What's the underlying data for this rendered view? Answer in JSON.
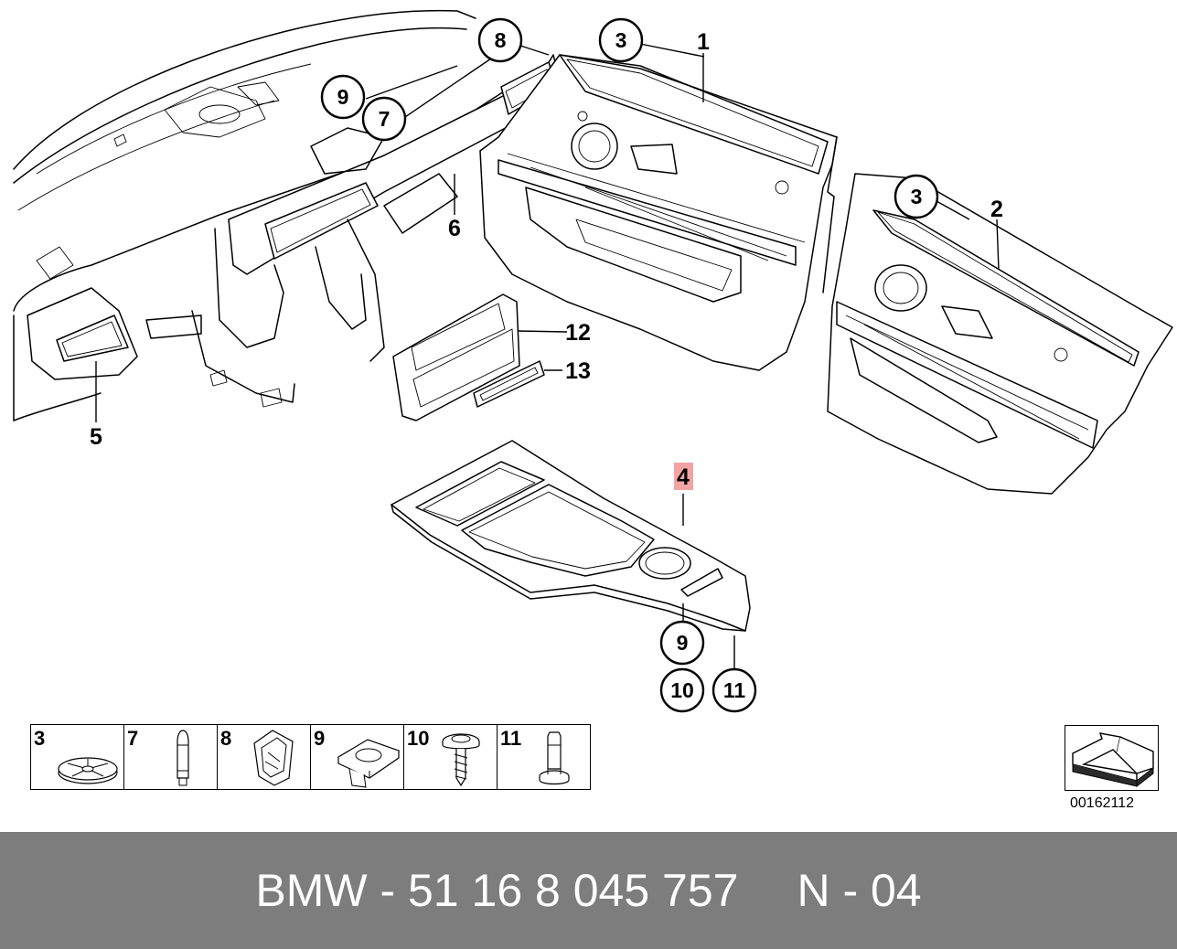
{
  "callouts": {
    "c1": "1",
    "c2": "2",
    "c3a": "3",
    "c3b": "3",
    "c4": "4",
    "c5": "5",
    "c6": "6",
    "c7": "7",
    "c8": "8",
    "c9a": "9",
    "c9b": "9",
    "c10": "10",
    "c11": "11",
    "c12": "12",
    "c13": "13"
  },
  "highlight_color": "#f3a3a3",
  "legend": [
    {
      "num": "3",
      "icon": "clip-round-icon"
    },
    {
      "num": "7",
      "icon": "pin-clip-icon"
    },
    {
      "num": "8",
      "icon": "spring-clip-icon"
    },
    {
      "num": "9",
      "icon": "square-nut-icon"
    },
    {
      "num": "10",
      "icon": "screw-icon"
    },
    {
      "num": "11",
      "icon": "expanding-rivet-icon"
    }
  ],
  "ref_number": "00162112",
  "footer": {
    "part_number": "BMW - 51 16 8 045 757",
    "variant": "N - 04",
    "background": "#7d7d7d"
  }
}
